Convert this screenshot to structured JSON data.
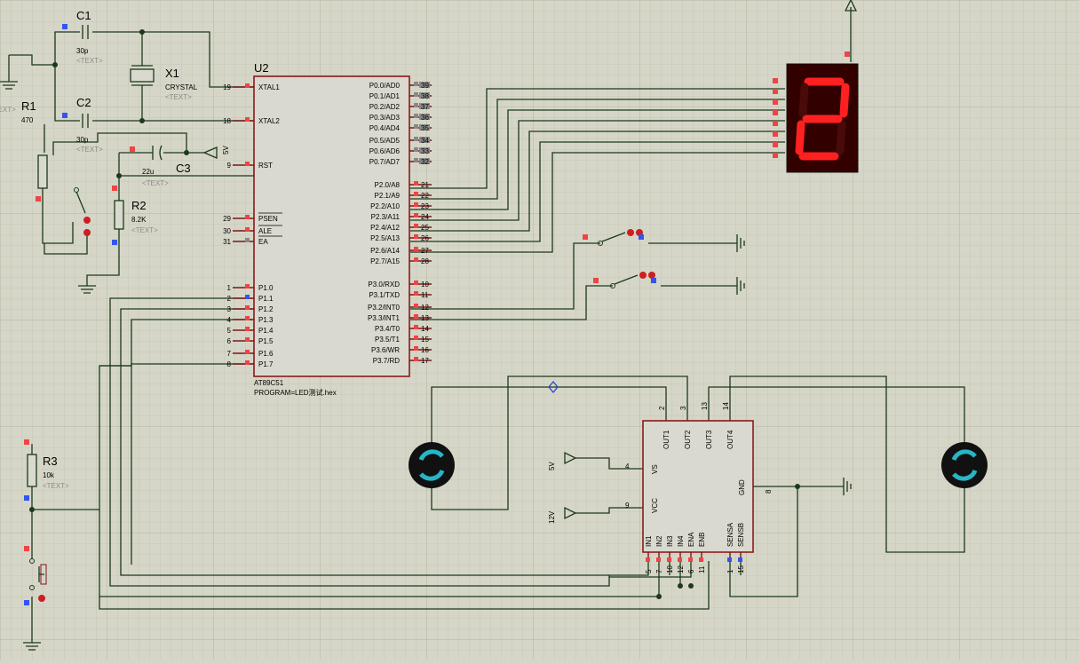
{
  "components": {
    "c1": {
      "ref": "C1",
      "value": "30p",
      "text": "<TEXT>"
    },
    "c2": {
      "ref": "C2",
      "value": "30p",
      "text": "<TEXT>"
    },
    "c3": {
      "ref": "C3",
      "value": "22u",
      "text": "<TEXT>"
    },
    "x1": {
      "ref": "X1",
      "value": "CRYSTAL",
      "text": "<TEXT>"
    },
    "r1": {
      "ref": "R1",
      "value": "470",
      "text": "<TEXT>"
    },
    "r2": {
      "ref": "R2",
      "value": "8.2K",
      "text": "<TEXT>"
    },
    "r3": {
      "ref": "R3",
      "value": "10k",
      "text": "<TEXT>"
    },
    "u2": {
      "ref": "U2",
      "part": "AT89C51",
      "program": "PROGRAM=LED测试.hex"
    },
    "vcc_labels": [
      "5V",
      "5V",
      "12V"
    ]
  },
  "u2_left_pins": [
    {
      "num": "19",
      "name": "XTAL1"
    },
    {
      "num": "18",
      "name": "XTAL2"
    },
    {
      "num": "9",
      "name": "RST"
    },
    {
      "num": "29",
      "name": "PSEN"
    },
    {
      "num": "30",
      "name": "ALE"
    },
    {
      "num": "31",
      "name": "EA"
    },
    {
      "num": "1",
      "name": "P1.0"
    },
    {
      "num": "2",
      "name": "P1.1"
    },
    {
      "num": "3",
      "name": "P1.2"
    },
    {
      "num": "4",
      "name": "P1.3"
    },
    {
      "num": "5",
      "name": "P1.4"
    },
    {
      "num": "6",
      "name": "P1.5"
    },
    {
      "num": "7",
      "name": "P1.6"
    },
    {
      "num": "8",
      "name": "P1.7"
    }
  ],
  "u2_right_pins": [
    {
      "num": "39",
      "name": "P0.0/AD0"
    },
    {
      "num": "38",
      "name": "P0.1/AD1"
    },
    {
      "num": "37",
      "name": "P0.2/AD2"
    },
    {
      "num": "36",
      "name": "P0.3/AD3"
    },
    {
      "num": "35",
      "name": "P0.4/AD4"
    },
    {
      "num": "34",
      "name": "P0.5/AD5"
    },
    {
      "num": "33",
      "name": "P0.6/AD6"
    },
    {
      "num": "32",
      "name": "P0.7/AD7"
    },
    {
      "num": "21",
      "name": "P2.0/A8"
    },
    {
      "num": "22",
      "name": "P2.1/A9"
    },
    {
      "num": "23",
      "name": "P2.2/A10"
    },
    {
      "num": "24",
      "name": "P2.3/A11"
    },
    {
      "num": "25",
      "name": "P2.4/A12"
    },
    {
      "num": "26",
      "name": "P2.5/A13"
    },
    {
      "num": "27",
      "name": "P2.6/A14"
    },
    {
      "num": "28",
      "name": "P2.7/A15"
    },
    {
      "num": "10",
      "name": "P3.0/RXD"
    },
    {
      "num": "11",
      "name": "P3.1/TXD"
    },
    {
      "num": "12",
      "name": "P3.2/INT0"
    },
    {
      "num": "13",
      "name": "P3.3/INT1"
    },
    {
      "num": "14",
      "name": "P3.4/T0"
    },
    {
      "num": "15",
      "name": "P3.5/T1"
    },
    {
      "num": "16",
      "name": "P3.6/WR"
    },
    {
      "num": "17",
      "name": "P3.7/RD"
    }
  ],
  "l298": {
    "top_pins": [
      {
        "num": "2",
        "name": "OUT1"
      },
      {
        "num": "3",
        "name": "OUT2"
      },
      {
        "num": "13",
        "name": "OUT3"
      },
      {
        "num": "14",
        "name": "OUT4"
      }
    ],
    "left_pins": [
      {
        "num": "4",
        "name": "VS"
      },
      {
        "num": "9",
        "name": "VCC"
      }
    ],
    "right_pins": [
      {
        "num": "8",
        "name": "GND"
      }
    ],
    "bottom_pins": [
      {
        "num": "5",
        "name": "IN1"
      },
      {
        "num": "7",
        "name": "IN2"
      },
      {
        "num": "10",
        "name": "IN3"
      },
      {
        "num": "12",
        "name": "IN4"
      },
      {
        "num": "6",
        "name": "ENA"
      },
      {
        "num": "11",
        "name": "ENB"
      },
      {
        "num": "1",
        "name": "SENSA"
      },
      {
        "num": "15",
        "name": "SENSB"
      }
    ]
  },
  "display": {
    "digit": "2",
    "segment_color": "#ff2020",
    "background": "#330000"
  }
}
